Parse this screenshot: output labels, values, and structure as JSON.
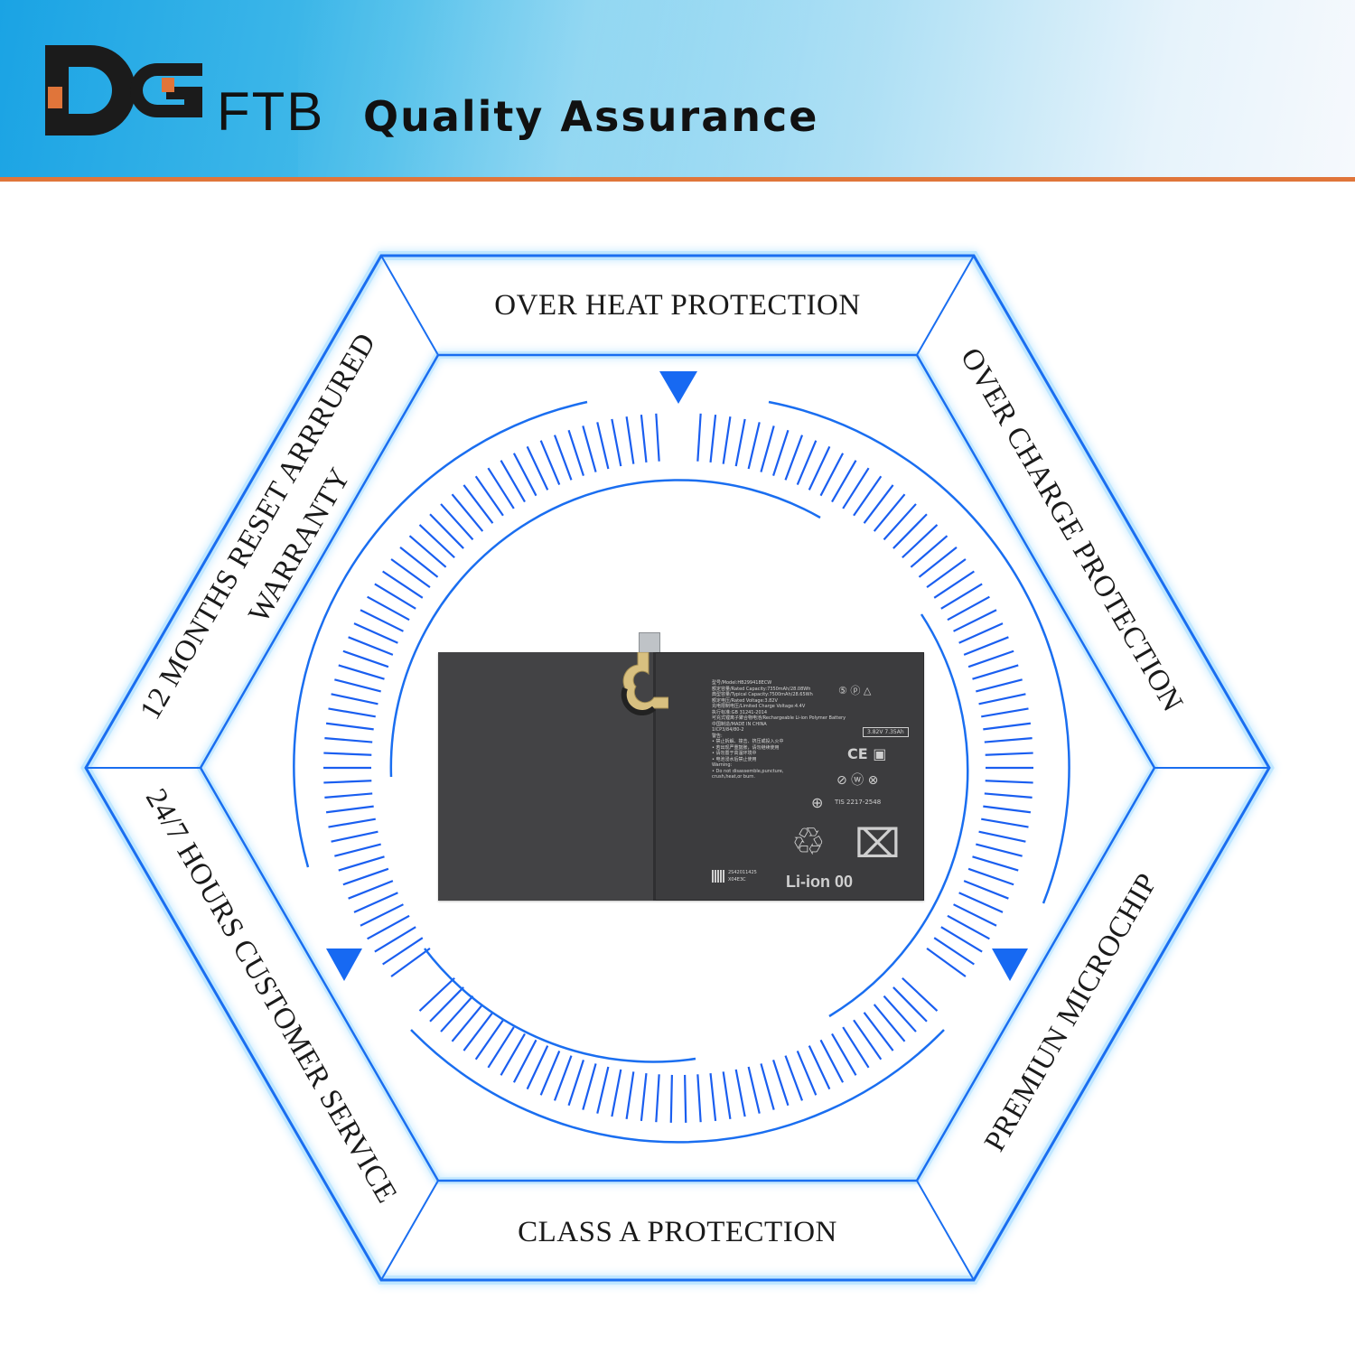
{
  "header": {
    "logo_text": "DG",
    "logo_sub": "FTB",
    "tagline": "Quality Assurance"
  },
  "features": {
    "top": "OVER HEAT PROTECTION",
    "upper_right": "OVER CHARGE PROTECTION",
    "lower_right": "PREMIUN MICROCHIP",
    "bottom": "CLASS A PROTECTION",
    "lower_left": "24/7 HOURS CUSTOMER SERVICE",
    "upper_left_line1": "12 MONTHS RESET ARRRURED",
    "upper_left_line2": "WARRANTY"
  },
  "battery": {
    "label_lines": [
      "型号/Model:HB299418ECW",
      "额定容量/Rated Capacity:7350mAh/28.08Wh",
      "典型容量/Typical Capacity:7500mAh/28.65Wh",
      "额定电压/Rated Voltage:3.82V",
      "充电限制电压/Limited Charge Voltage:4.4V",
      "执行标准:GB 31241-2014",
      "可充式锂离子聚合物电池/Rechargeable Li-ion Polymer Battery",
      "",
      "中国制造/MADE IN CHINA",
      "1ICP3/84/80-2",
      "警告:",
      "• 禁止拆解、撞击、挤压或投入火中",
      "• 若出现严重鼓胀，请勿继续使用",
      "• 请勿置于高温环境中",
      "• 电池浸水后禁止使用",
      "Warning:",
      "• Do not disassemble,puncture,",
      "  crush,heat,or burn."
    ],
    "voltage_text": "3.82V  7.35Ah",
    "cert_tis": "TIS 2217-2548",
    "model_mark": "Li-ion 00",
    "serial_line1": "2S42011425",
    "serial_line2": "X04E3C"
  },
  "colors": {
    "accent_blue": "#1565e8",
    "glow_blue": "#35b5ff",
    "header_orange": "#e0753a",
    "logo_dark": "#1b1b1b",
    "logo_orange": "#e0753a"
  }
}
